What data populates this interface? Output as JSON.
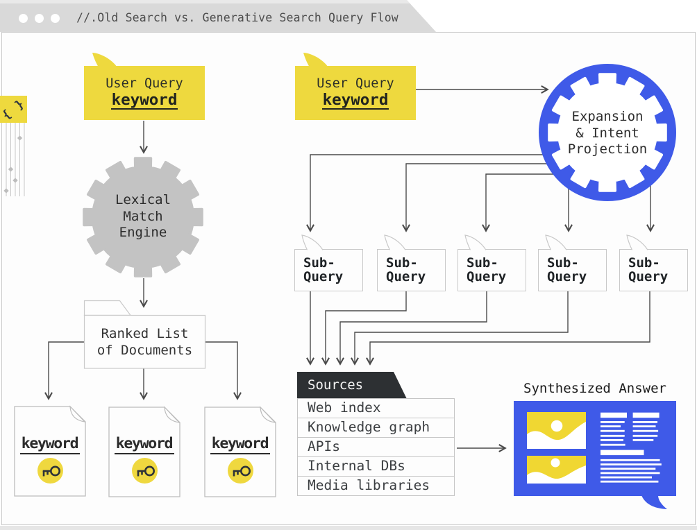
{
  "window": {
    "title": "//.Old Search vs. Generative Search Query Flow"
  },
  "colors": {
    "yellow": "#EED93E",
    "blue": "#3F5AE8",
    "dark": "#2D3033",
    "gear_gray": "#C3C3C3",
    "line": "#4A4A4A"
  },
  "sticker": {
    "glyph": "{ }"
  },
  "old_flow": {
    "user_query": {
      "title": "User Query",
      "keyword": "keyword"
    },
    "engine": {
      "lines": [
        "Lexical",
        "Match",
        "Engine"
      ]
    },
    "ranked_list": {
      "lines": [
        "Ranked List",
        "of Documents"
      ]
    },
    "documents": [
      {
        "keyword": "keyword"
      },
      {
        "keyword": "keyword"
      },
      {
        "keyword": "keyword"
      }
    ]
  },
  "generative_flow": {
    "user_query": {
      "title": "User Query",
      "keyword": "keyword"
    },
    "expansion": {
      "lines": [
        "Expansion",
        "& Intent",
        "Projection"
      ]
    },
    "sub_queries": [
      {
        "line1": "Sub-",
        "line2": "Query"
      },
      {
        "line1": "Sub-",
        "line2": "Query"
      },
      {
        "line1": "Sub-",
        "line2": "Query"
      },
      {
        "line1": "Sub-",
        "line2": "Query"
      },
      {
        "line1": "Sub-",
        "line2": "Query"
      }
    ],
    "sources": {
      "title": "Sources",
      "items": [
        "Web index",
        "Knowledge graph",
        "APIs",
        "Internal DBs",
        "Media libraries"
      ]
    },
    "answer": {
      "title": "Synthesized Answer"
    }
  }
}
